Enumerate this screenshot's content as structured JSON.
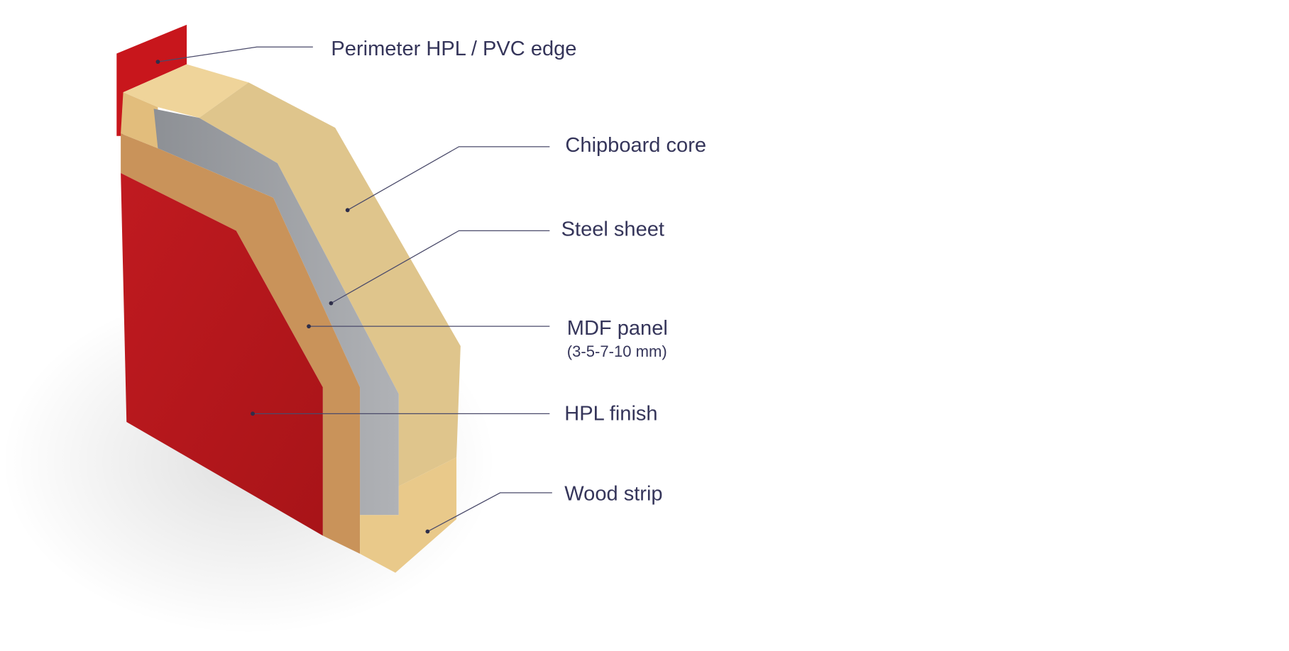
{
  "title": "Door panel cross-section layers",
  "colors": {
    "hpl_red": "#b5171c",
    "mdf": "#c9935a",
    "steel": "#9b9ea3",
    "chipboard": "#dfc58c",
    "wood": "#e9c98a",
    "text": "#35355a"
  },
  "labels": {
    "perimeter": "Perimeter HPL / PVC edge",
    "chipboard": "Chipboard core",
    "steel": "Steel sheet",
    "mdf": "MDF panel",
    "mdf_sub": "(3-5-7-10 mm)",
    "hpl": "HPL finish",
    "wood": "Wood strip"
  }
}
